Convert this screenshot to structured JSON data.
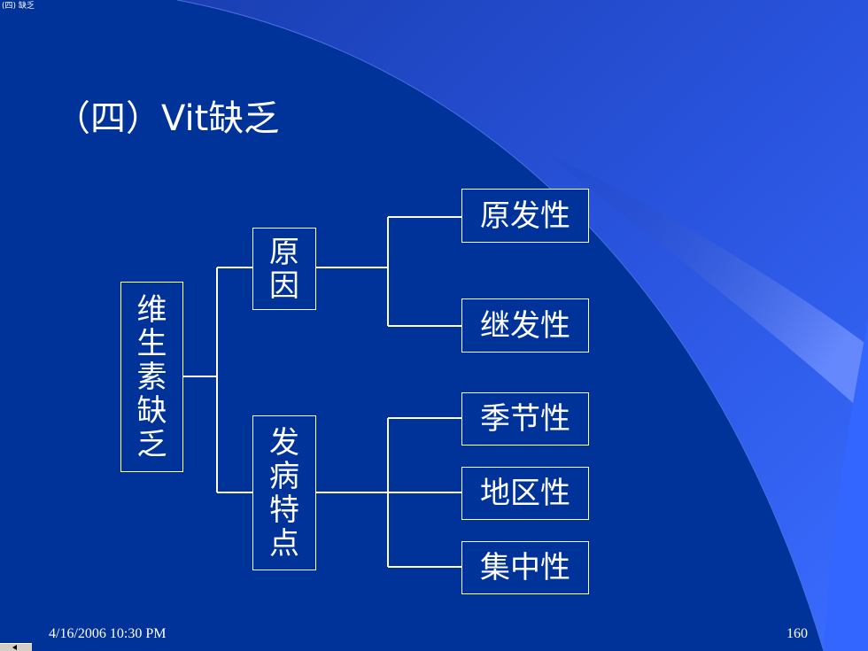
{
  "window": {
    "title": "(四) 缺乏"
  },
  "slide": {
    "title": "（四）Vit缺乏",
    "colors": {
      "background": "#003399",
      "accent": "#3366ff",
      "line": "#ffffff"
    }
  },
  "diagram": {
    "root": "维生素缺乏",
    "branches": [
      {
        "label": "原因",
        "children": [
          "原发性",
          "继发性"
        ]
      },
      {
        "label": "发病特点",
        "children": [
          "季节性",
          "地区性",
          "集中性"
        ]
      }
    ]
  },
  "footer": {
    "date": "4/16/2006 10:30 PM",
    "page": "160"
  }
}
